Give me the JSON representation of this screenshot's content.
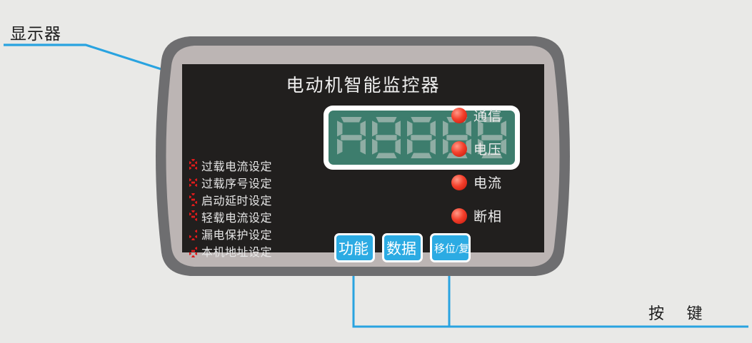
{
  "callouts": {
    "display": "显示器",
    "keys": "按 键"
  },
  "device": {
    "title": "电动机智能监控器",
    "lcd": {
      "digits": [
        "A",
        "8",
        "8",
        "8",
        "8"
      ]
    },
    "legend": [
      {
        "code": "A",
        "label": "过载电流设定"
      },
      {
        "code": "H",
        "label": "过载序号设定"
      },
      {
        "code": "S",
        "label": "启动延时设定"
      },
      {
        "code": "q",
        "label": "轻载电流设定"
      },
      {
        "code": "J",
        "label": "漏电保护设定"
      },
      {
        "code": "d",
        "label": "本机地址设定"
      }
    ],
    "leds": [
      {
        "label": "通信"
      },
      {
        "label": "电压"
      },
      {
        "label": "电流"
      },
      {
        "label": "断相"
      }
    ],
    "buttons": [
      {
        "label": "功能"
      },
      {
        "label": "数据"
      },
      {
        "label": "移位/复位"
      }
    ]
  },
  "colors": {
    "background": "#e9e9e7",
    "leader_line": "#29a3e0",
    "shell_outer": "#6e6e70",
    "shell_inner": "#bcb5b4",
    "faceplate": "#211f1e",
    "lcd_screen": "#3d7d6d",
    "lcd_segment": "#8fada4",
    "led_red": "#f4402c",
    "button_blue": "#2cabe3",
    "segment_red": "#e01b1b"
  }
}
